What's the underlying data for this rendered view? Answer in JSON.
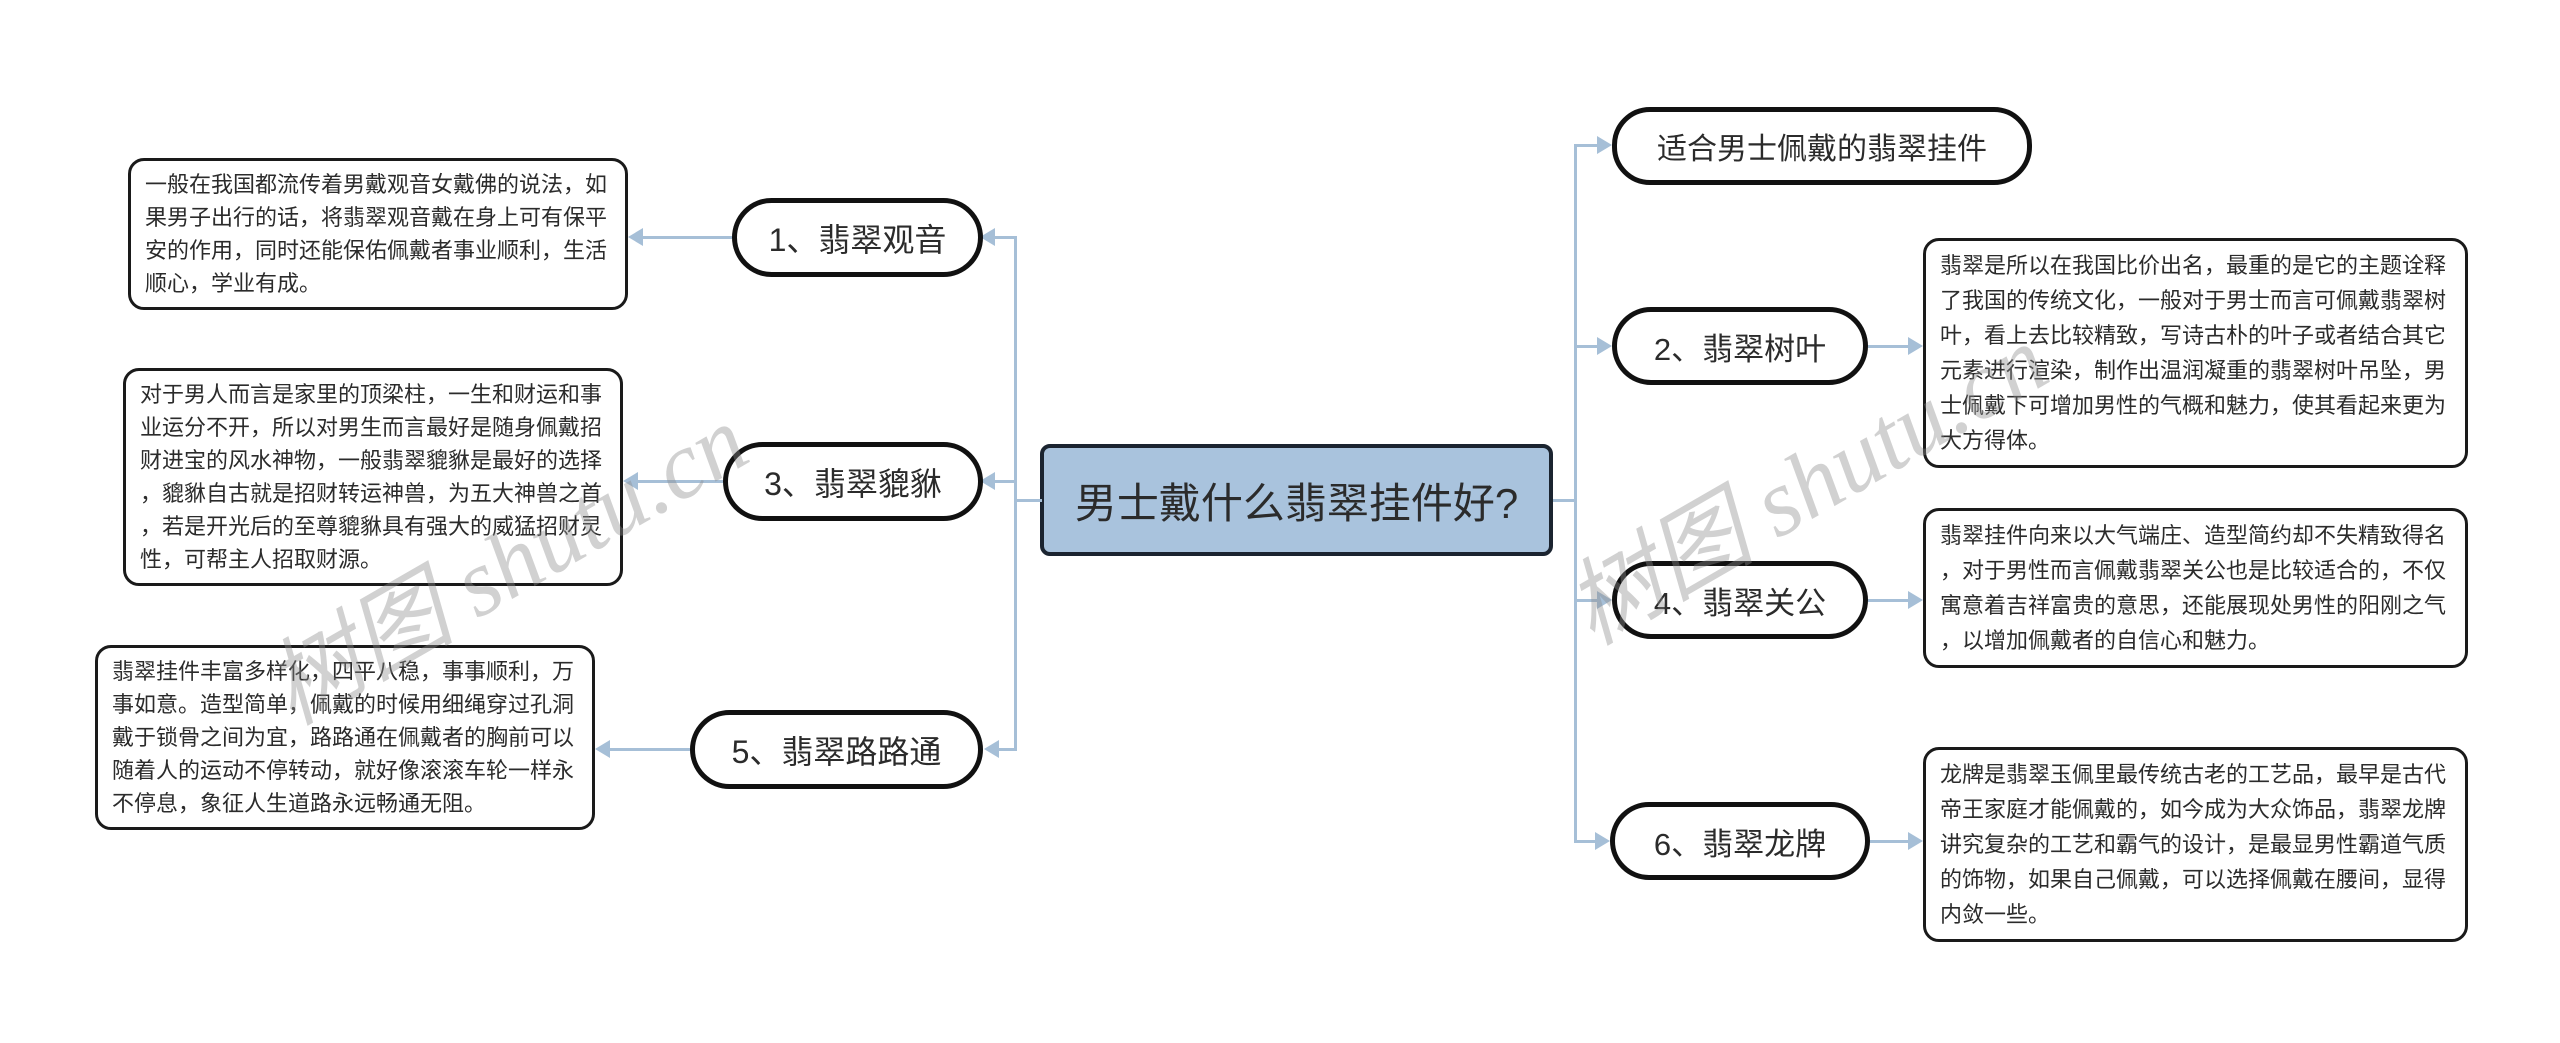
{
  "diagram": {
    "center": {
      "label": "男士戴什么翡翠挂件好?"
    },
    "category": {
      "label": "适合男士佩戴的翡翠挂件"
    },
    "left_branches": [
      {
        "label": "1、翡翠观音",
        "description": "一般在我国都流传着男戴观音女戴佛的说法，如果男子出行的话，将翡翠观音戴在身上可有保平安的作用，同时还能保佑佩戴者事业顺利，生活顺心，学业有成。"
      },
      {
        "label": "3、翡翠貔貅",
        "description": "对于男人而言是家里的顶梁柱，一生和财运和事业运分不开，所以对男生而言最好是随身佩戴招财进宝的风水神物，一般翡翠貔貅是最好的选择，貔貅自古就是招财转运神兽，为五大神兽之首，若是开光后的至尊貔貅具有强大的威猛招财灵性，可帮主人招取财源。"
      },
      {
        "label": "5、翡翠路路通",
        "description": "翡翠挂件丰富多样化，四平八稳，事事顺利，万事如意。造型简单，佩戴的时候用细绳穿过孔洞戴于锁骨之间为宜，路路通在佩戴者的胸前可以随着人的运动不停转动，就好像滚滚车轮一样永不停息，象征人生道路永远畅通无阻。"
      }
    ],
    "right_branches": [
      {
        "label": "2、翡翠树叶",
        "description": "翡翠是所以在我国比价出名，最重的是它的主题诠释了我国的传统文化，一般对于男士而言可佩戴翡翠树叶，看上去比较精致，写诗古朴的叶子或者结合其它元素进行渲染，制作出温润凝重的翡翠树叶吊坠，男士佩戴下可增加男性的气概和魅力，使其看起来更为大方得体。"
      },
      {
        "label": "4、翡翠关公",
        "description": "翡翠挂件向来以大气端庄、造型简约却不失精致得名，对于男性而言佩戴翡翠关公也是比较适合的，不仅寓意着吉祥富贵的意思，还能展现处男性的阳刚之气，以增加佩戴者的自信心和魅力。"
      },
      {
        "label": "6、翡翠龙牌",
        "description": "龙牌是翡翠玉佩里最传统古老的工艺品，最早是古代帝王家庭才能佩戴的，如今成为大众饰品，翡翠龙牌讲究复杂的工艺和霸气的设计，是最显男性霸道气质的饰物，如果自己佩戴，可以选择佩戴在腰间，显得内敛一些。"
      }
    ],
    "watermarks": [
      {
        "text": "树图 shutu.cn"
      },
      {
        "text": "树图 shutu.cn"
      }
    ],
    "colors": {
      "connector": "#a6bfd7",
      "center_fill": "#a9c3dd",
      "center_border": "#1b2430",
      "node_border": "#111111",
      "text": "#2b2b2b"
    }
  }
}
